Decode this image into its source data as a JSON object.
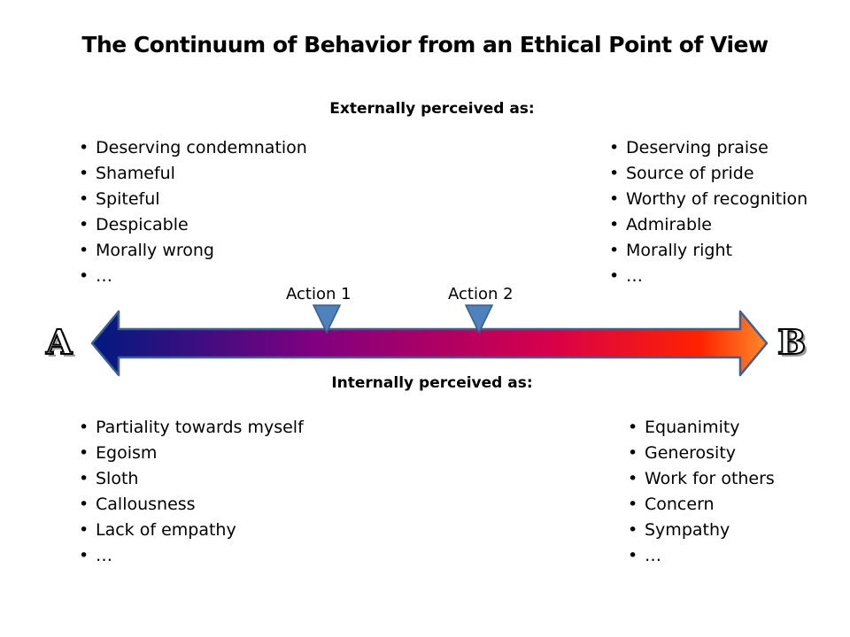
{
  "title": "The Continuum of Behavior from an Ethical Point of View",
  "external": {
    "heading": "Externally perceived as:",
    "left": [
      "Deserving condemnation",
      "Shameful",
      "Spiteful",
      "Despicable",
      "Morally wrong",
      "…"
    ],
    "right": [
      "Deserving praise",
      "Source of pride",
      "Worthy of recognition",
      "Admirable",
      "Morally right",
      "…"
    ]
  },
  "internal": {
    "heading": "Internally perceived as:",
    "left": [
      "Partiality towards myself",
      "Egoism",
      "Sloth",
      "Callousness",
      "Lack of empathy",
      "…"
    ],
    "right": [
      "Equanimity",
      "Generosity",
      "Work for others",
      "Concern",
      "Sympathy",
      "…"
    ]
  },
  "continuum": {
    "start_label": "A",
    "end_label": "B",
    "gradient_colors": [
      "#001a80",
      "#800080",
      "#d8004a",
      "#ff2200",
      "#ff8a2a"
    ],
    "border_color": "#3f5f8f",
    "actions": [
      {
        "label": "Action 1",
        "marker_color": "#4f81bd"
      },
      {
        "label": "Action 2",
        "marker_color": "#4f81bd"
      }
    ]
  }
}
